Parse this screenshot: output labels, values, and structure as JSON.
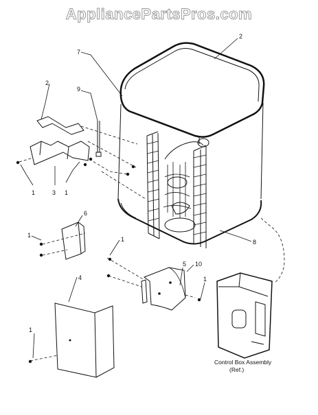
{
  "watermark": "AppliancePartsPros.com",
  "callouts": {
    "c1a": "1",
    "c1b": "1",
    "c1c": "1",
    "c1d": "1",
    "c1e": "1",
    "c1f": "1",
    "c2a": "2",
    "c2b": "2",
    "c3": "3",
    "c4": "4",
    "c5": "5",
    "c6": "6",
    "c7": "7",
    "c8": "8",
    "c9": "9",
    "c10": "10"
  },
  "control_box_label": [
    "Control Box Assembly",
    "(Ref.)"
  ],
  "colors": {
    "line": "#111111",
    "watermark_outline": "#9a9a9a"
  }
}
